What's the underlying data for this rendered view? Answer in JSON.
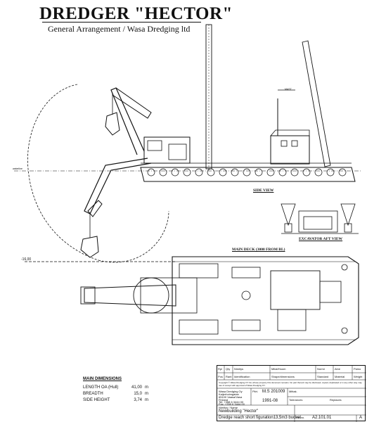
{
  "header": {
    "title": "DREDGER \"HECTOR\"",
    "subtitle": "General Arrangement / Wasa Dredging ltd"
  },
  "labels": {
    "side_view": "SIDE VIEW",
    "excavator_aft_view": "EXCAVATOR AFT VIEW",
    "main_deck": "MAIN DECK (3000 FROM BL)",
    "waterline": "waterline",
    "depth": "-16,00",
    "mast": "MAST"
  },
  "main_dimensions": {
    "heading": "MAIN DIMENSIONS",
    "rows": [
      {
        "label": "LENGTH OA (Hull)",
        "value": "41,00",
        "unit": "m"
      },
      {
        "label": "BREADTH",
        "value": "15,0",
        "unit": "m"
      },
      {
        "label": "SIDE HEIGHT",
        "value": "3,74",
        "unit": "m"
      }
    ]
  },
  "title_block": {
    "col_headers": [
      "Rpl",
      "Qty",
      "Nimitys",
      "Mitat/Huom",
      "Normi",
      "Aine",
      "Paino"
    ],
    "col_headers2": [
      "Pos",
      "Rant",
      "Identification",
      "Shape/dimensions",
      "Standard",
      "Material",
      "Weight"
    ],
    "copyright": "Copyright © Wasa Dredging OY ltd, whose property this document remains. No part thereof may be disclosed, copied, duplicated or in any other way may use of except with approval of Wasa Dredging OY",
    "company": [
      "Wasa Dredging Oy",
      "Kaijerholmgatan",
      "65100 Vaasa/Vasa",
      "Finland",
      "Tel: +358 6 3444 00",
      "Fax: +358 6 3444 00"
    ],
    "drawn_label": "Piirt.",
    "drawn": "M.S 201009",
    "date": "1991-08",
    "scale_label": "Mittak.",
    "name_label": "Nimitys / Name",
    "name_line1": "Newbuilding \"Hector\"",
    "name_line2": "Dredge reach short figuration13,5m3 bucket",
    "doc_label": "Piir.no.",
    "doc_number": "A2.101.01",
    "rev": "A",
    "fits_label": "Tolerances",
    "replaces_label": "Replaces"
  }
}
